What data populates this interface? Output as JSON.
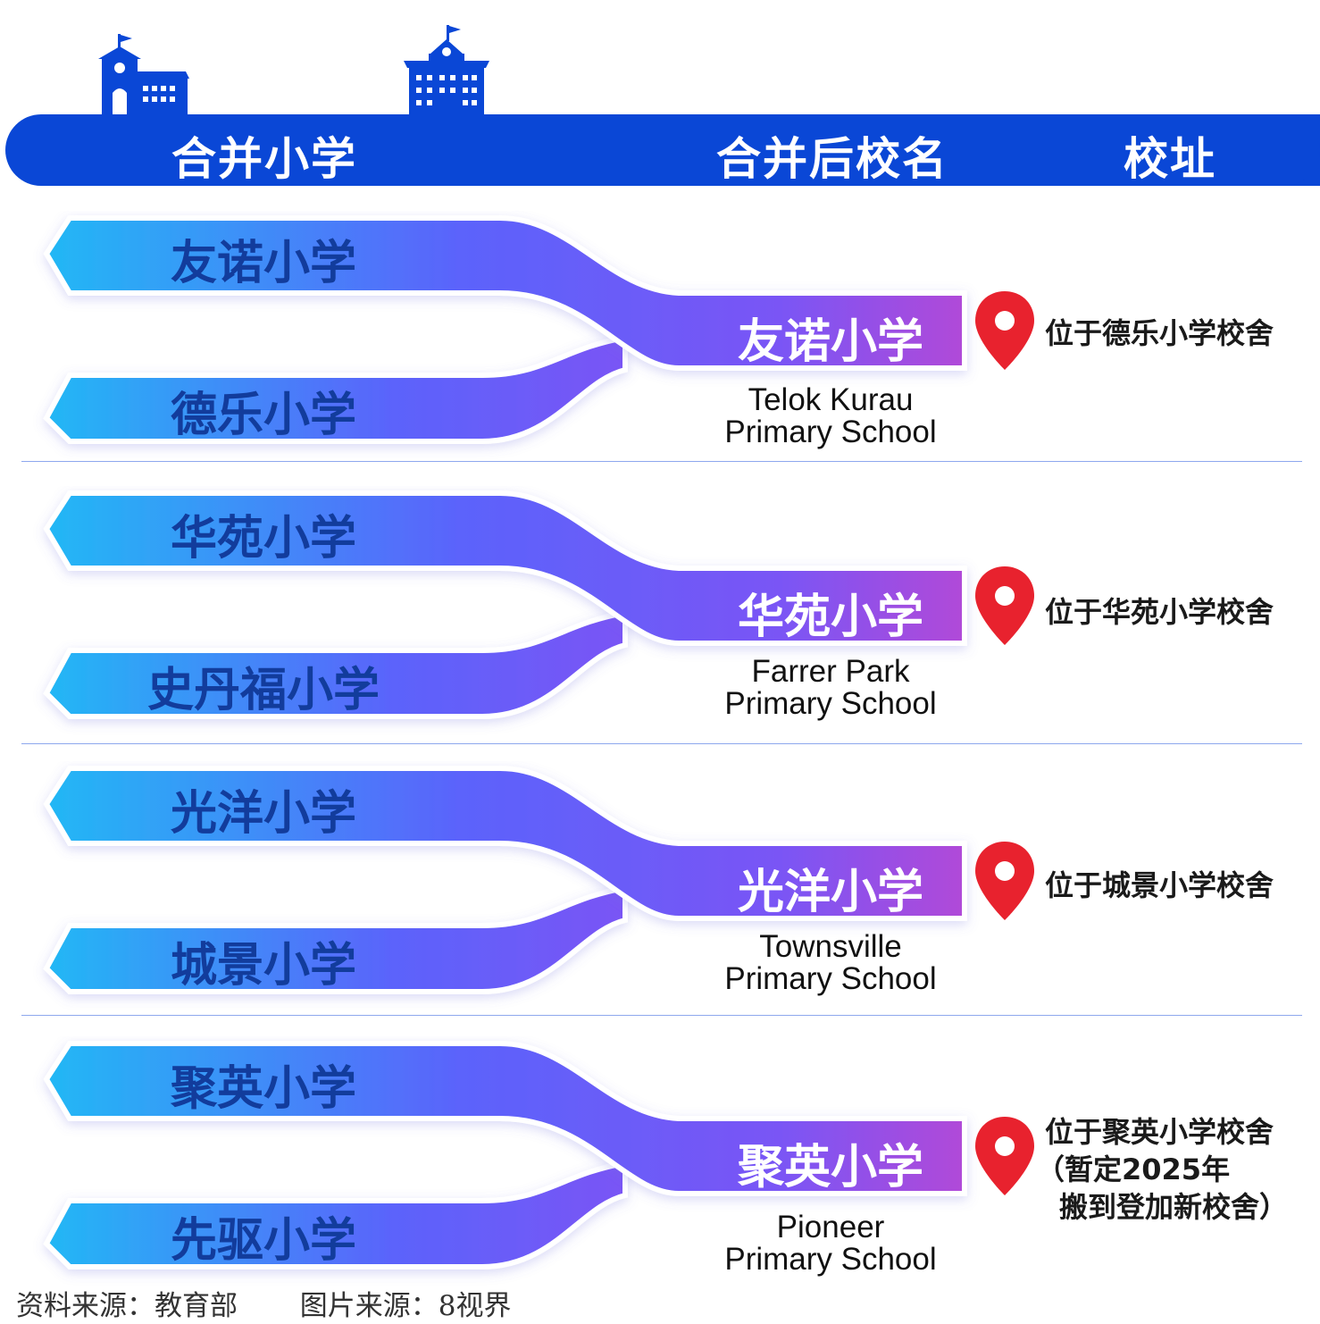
{
  "header": {
    "col_merge": "合并小学",
    "col_new_name": "合并后校名",
    "col_address": "校址"
  },
  "groups": [
    {
      "school_a": "友诺小学",
      "school_b": "德乐小学",
      "merged_name": "友诺小学",
      "english_line1": "Telok Kurau",
      "english_line2": "Primary School",
      "address_line1": "位于德乐小学校舍",
      "address_line2": "",
      "address_line3": ""
    },
    {
      "school_a": "华苑小学",
      "school_b": "史丹福小学",
      "merged_name": "华苑小学",
      "english_line1": "Farrer Park",
      "english_line2": "Primary School",
      "address_line1": "位于华苑小学校舍",
      "address_line2": "",
      "address_line3": ""
    },
    {
      "school_a": "光洋小学",
      "school_b": "城景小学",
      "merged_name": "光洋小学",
      "english_line1": "Townsville",
      "english_line2": "Primary School",
      "address_line1": "位于城景小学校舍",
      "address_line2": "",
      "address_line3": ""
    },
    {
      "school_a": "聚英小学",
      "school_b": "先驱小学",
      "merged_name": "聚英小学",
      "english_line1": "Pioneer",
      "english_line2": "Primary School",
      "address_line1": "位于聚英小学校舍",
      "address_line2": "（暂定2025年",
      "address_line3": "搬到登加新校舍）"
    }
  ],
  "footer": {
    "data_source": "资料来源：教育部",
    "image_source": "图片来源：8视界"
  },
  "colors": {
    "header_blue": "#0a47d6",
    "flow_start": "#22b8f5",
    "flow_mid": "#5b63fb",
    "flow_end": "#b14ad8",
    "pin_red": "#e8222e",
    "label_navy": "#123c9c"
  },
  "icons": [
    "school-house-icon",
    "school-building-icon",
    "location-pin-icon"
  ]
}
